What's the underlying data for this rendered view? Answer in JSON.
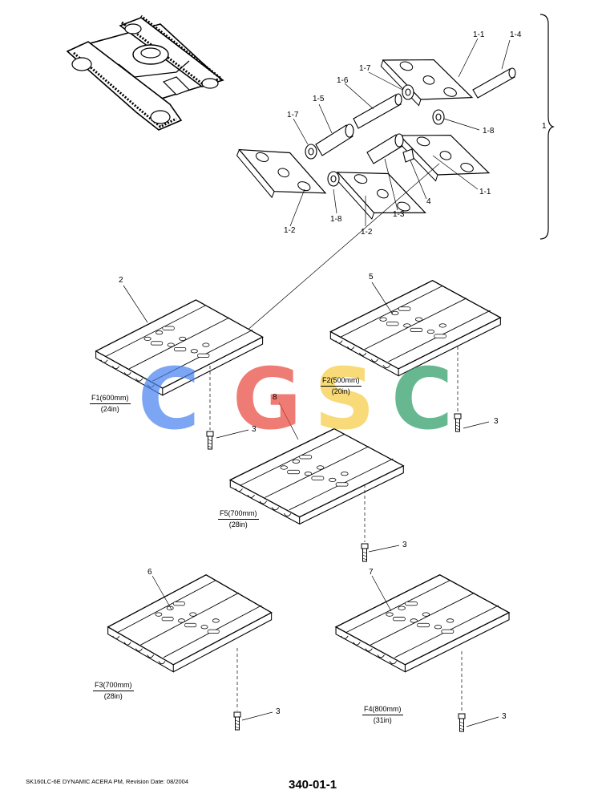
{
  "watermark": {
    "letters": [
      {
        "char": "C",
        "color": "#4b84ef"
      },
      {
        "char": "G",
        "color": "#ea4b3f"
      },
      {
        "char": "S",
        "color": "#f6cd45"
      },
      {
        "char": "C",
        "color": "#2e9d68"
      }
    ]
  },
  "callouts": {
    "c_1_1_top": "1-1",
    "c_1_4": "1-4",
    "c_1_7_top": "1-7",
    "c_1_6": "1-6",
    "c_1_5": "1-5",
    "c_1_7_left": "1-7",
    "c_1_8_right": "1-8",
    "c_1": "1",
    "c_1_1_right": "1-1",
    "c_4": "4",
    "c_1_3": "1-3",
    "c_1_8_bottom": "1-8",
    "c_1_2_left": "1-2",
    "c_1_2_mid": "1-2",
    "c_2": "2",
    "c_5": "5",
    "c_8": "8",
    "c_6": "6",
    "c_7": "7",
    "c_3_a": "3",
    "c_3_b": "3",
    "c_3_c": "3",
    "c_3_d": "3",
    "c_3_e": "3"
  },
  "shoe_specs": {
    "f1": {
      "top": "F1(600mm)",
      "bottom": "(24in)"
    },
    "f2": {
      "top": "F2(500mm)",
      "bottom": "(20in)"
    },
    "f5": {
      "top": "F5(700mm)",
      "bottom": "(28in)"
    },
    "f3": {
      "top": "F3(700mm)",
      "bottom": "(28in)"
    },
    "f4": {
      "top": "F4(800mm)",
      "bottom": "(31in)"
    }
  },
  "footer": {
    "model": "SK160LC-6E DYNAMIC ACERA PM, Revision Date: 08/2004",
    "page_number": "340-01-1"
  }
}
